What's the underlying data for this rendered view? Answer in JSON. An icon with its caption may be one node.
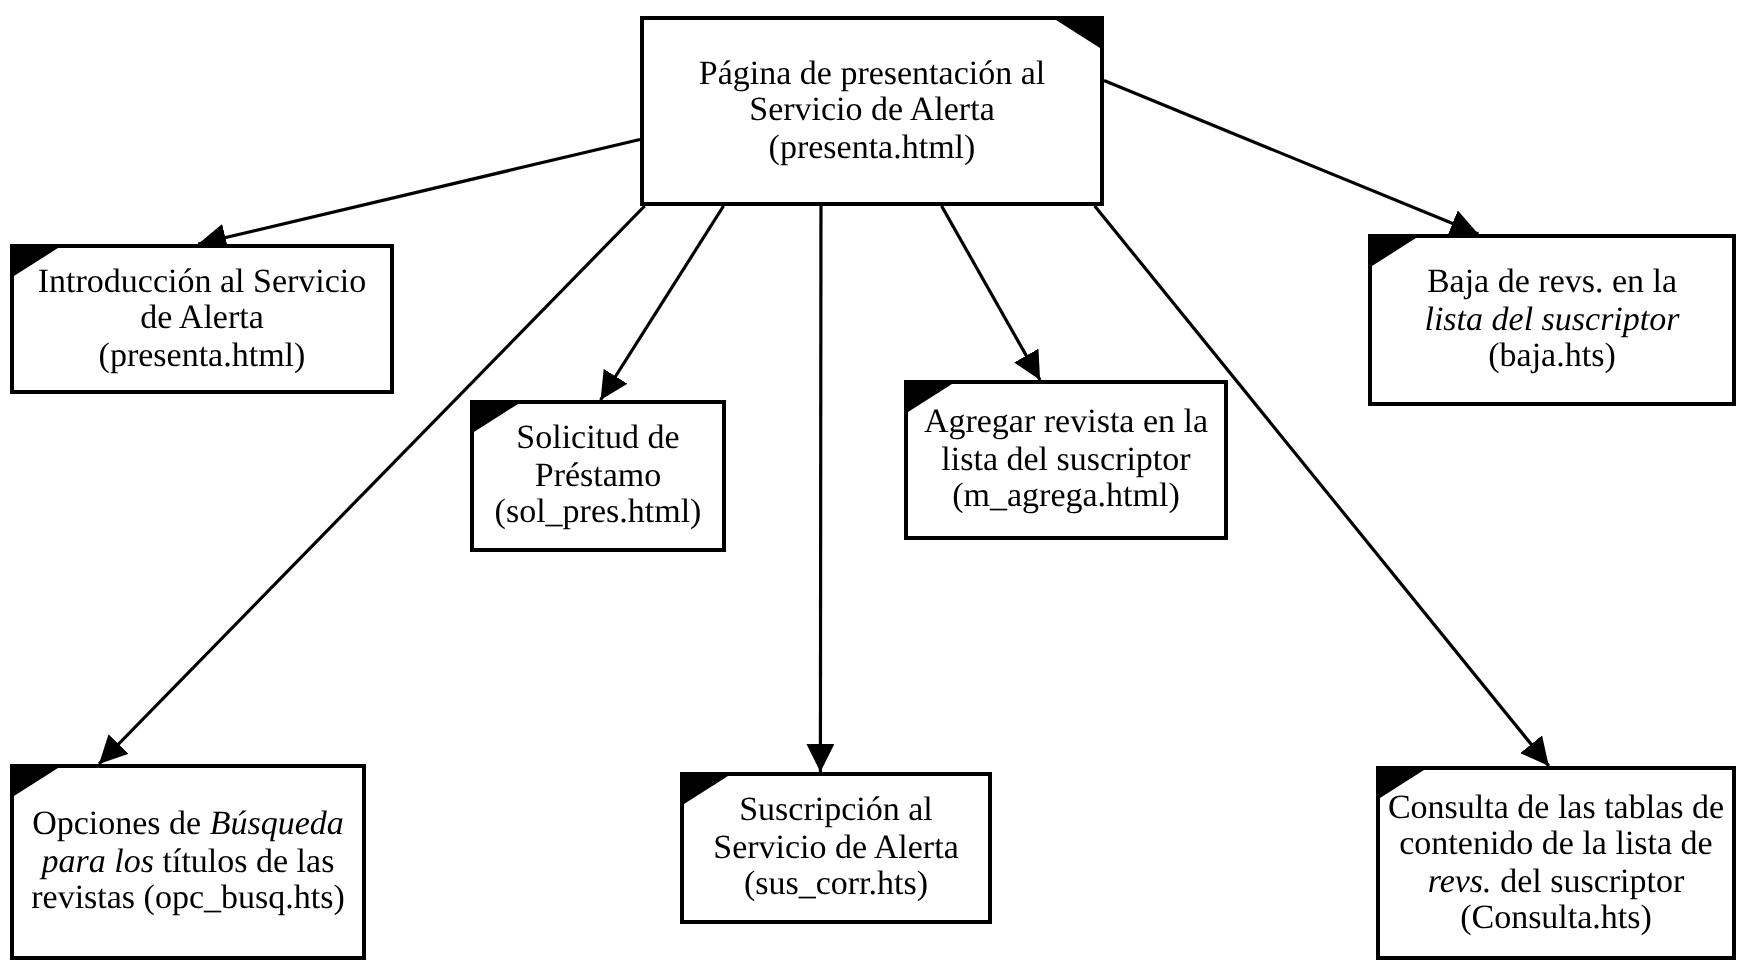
{
  "diagram": {
    "nodes": [
      {
        "text": [
          "Página de presentación al Servicio de Alerta (presenta.html)"
        ]
      },
      {
        "text": [
          "Introducción al Servicio de Alerta (presenta.html)"
        ]
      },
      {
        "text": [
          "Solicitud de Préstamo (sol_pres.html)"
        ]
      },
      {
        "text": [
          "Agregar revista en la lista del suscriptor (m_agrega.html)"
        ]
      },
      {
        "text": [
          "Baja de revs. en la *lista del suscriptor* (baja.hts)"
        ]
      },
      {
        "text": [
          "Opciones de *Búsqueda para los* títulos de las revistas (opc_busq.hts)"
        ]
      },
      {
        "text": [
          "Suscripción al Servicio de Alerta (sus_corr.hts)"
        ]
      },
      {
        "text": [
          "Consulta de las tablas de contenido de la lista de *revs.* del suscriptor (Consulta.hts)"
        ]
      }
    ],
    "edges": [
      {
        "from": 0,
        "to": 1,
        "arrow": "to"
      },
      {
        "from": 0,
        "to": 5,
        "arrow": "to"
      },
      {
        "from": 0,
        "to": 2,
        "arrow": "to"
      },
      {
        "from": 0,
        "to": 6,
        "arrow": "to"
      },
      {
        "from": 0,
        "to": 3,
        "arrow": "to"
      },
      {
        "from": 0,
        "to": 7,
        "arrow": "to"
      },
      {
        "from": 0,
        "to": 4,
        "arrow": "to"
      }
    ]
  }
}
